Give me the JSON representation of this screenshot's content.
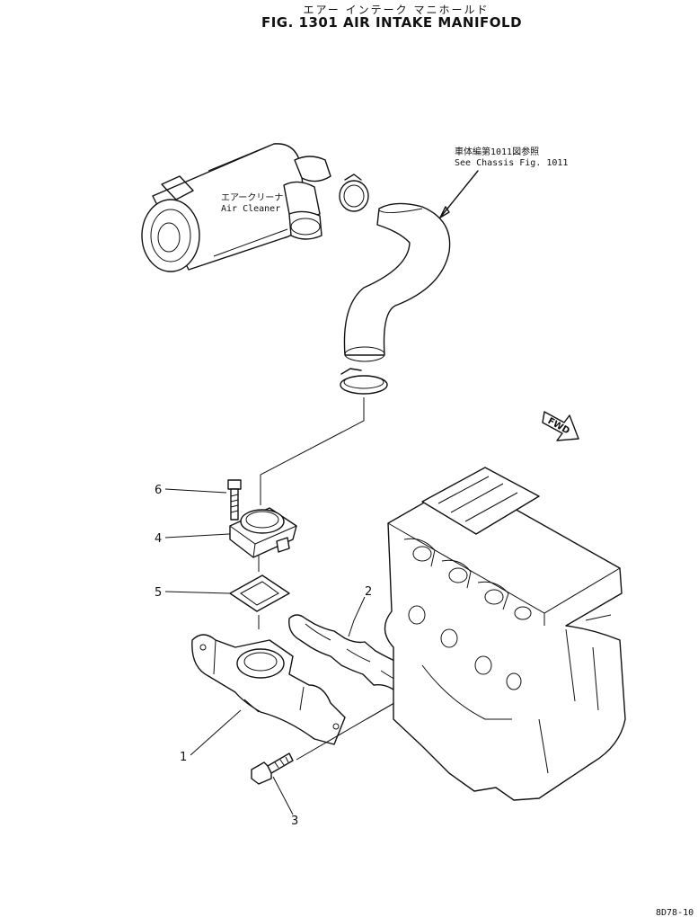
{
  "figure": {
    "title_jp": "エアー インテーク マニホールド",
    "title_en": "FIG. 1301 AIR INTAKE MANIFOLD",
    "code": "8D78-10"
  },
  "annotations": {
    "air_cleaner_jp": "エアークリーナ",
    "air_cleaner_en": "Air Cleaner",
    "chassis_ref_jp": "車体編第1011図参照",
    "chassis_ref_en": "See Chassis Fig. 1011",
    "fwd": "FWD"
  },
  "callouts": [
    "1",
    "2",
    "3",
    "4",
    "5",
    "6"
  ]
}
